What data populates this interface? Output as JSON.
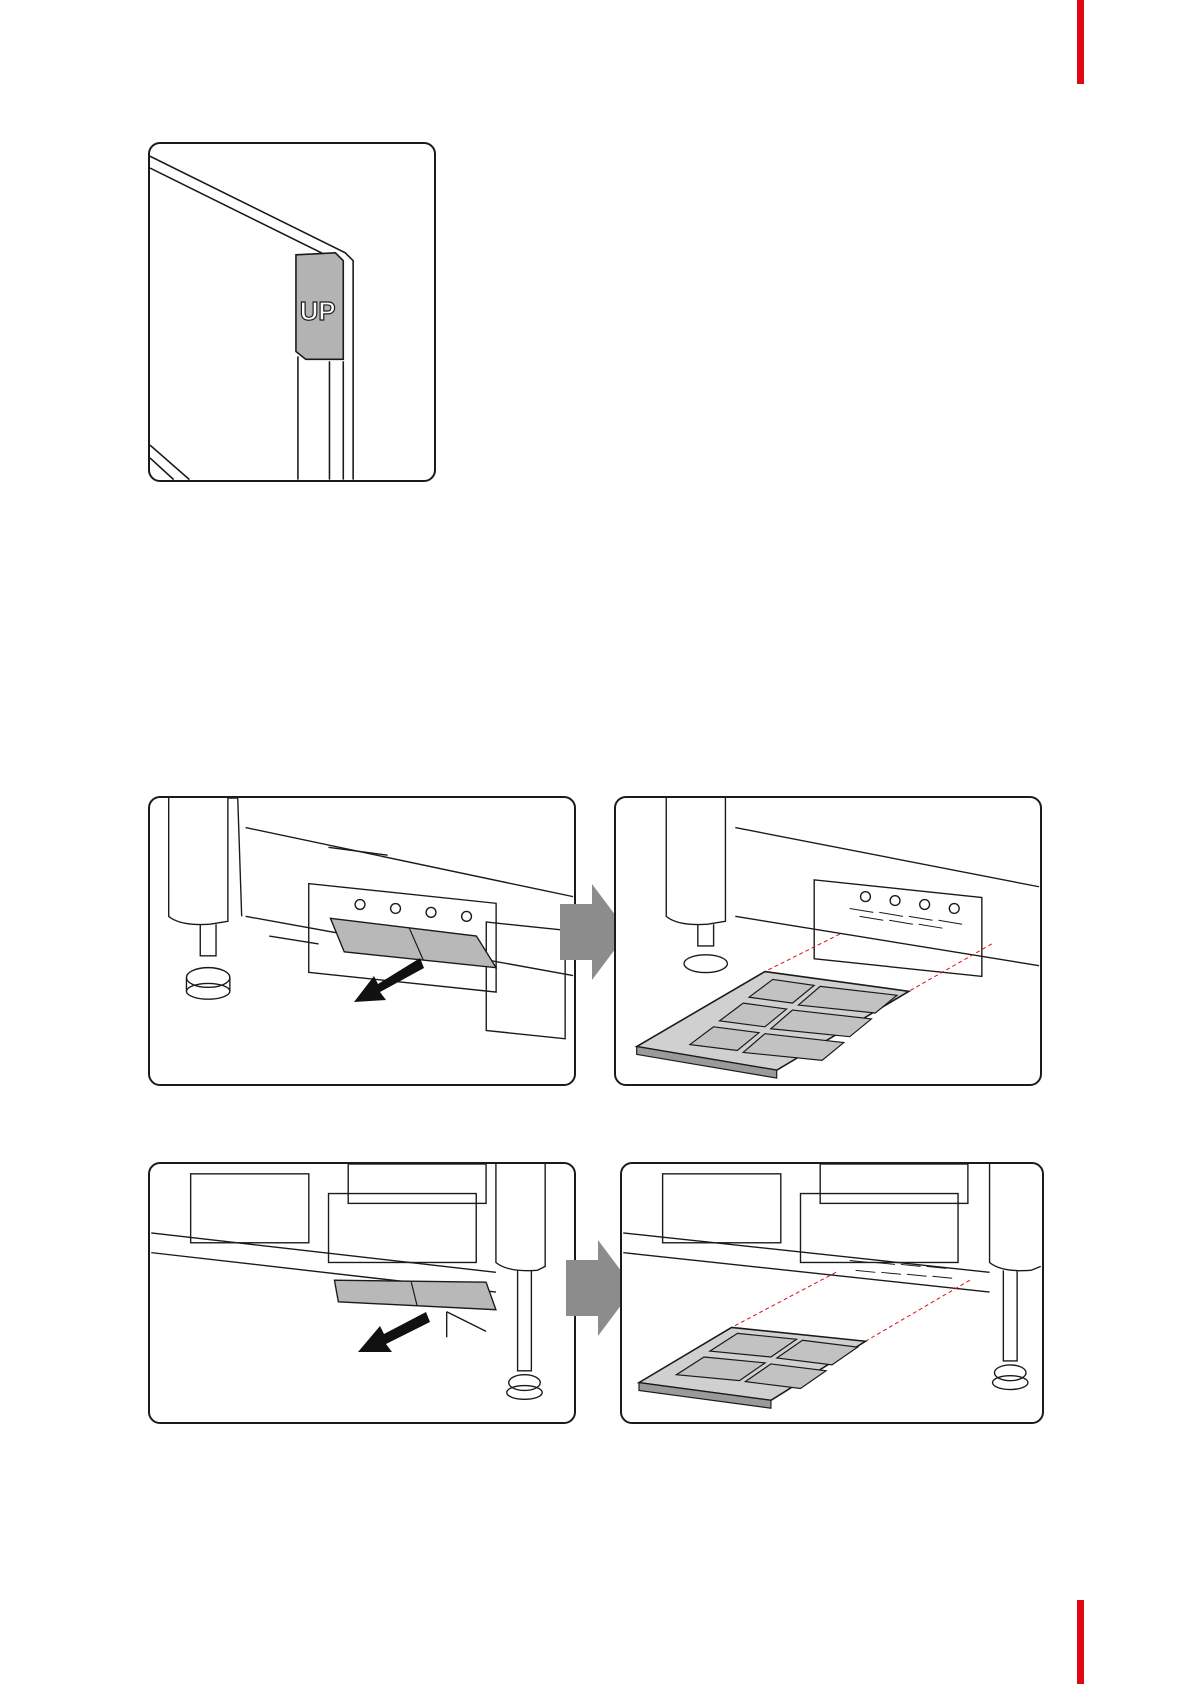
{
  "page": {
    "accent_color": "#e30613"
  },
  "figures": [
    {
      "name": "up-label-detail",
      "label_text": "UP"
    },
    {
      "name": "filter-removal-right-side",
      "action": "pull-out-arrow"
    },
    {
      "name": "filter-removed-right-side"
    },
    {
      "name": "filter-removal-left-side",
      "action": "pull-out-arrow"
    },
    {
      "name": "filter-removed-left-side"
    }
  ]
}
